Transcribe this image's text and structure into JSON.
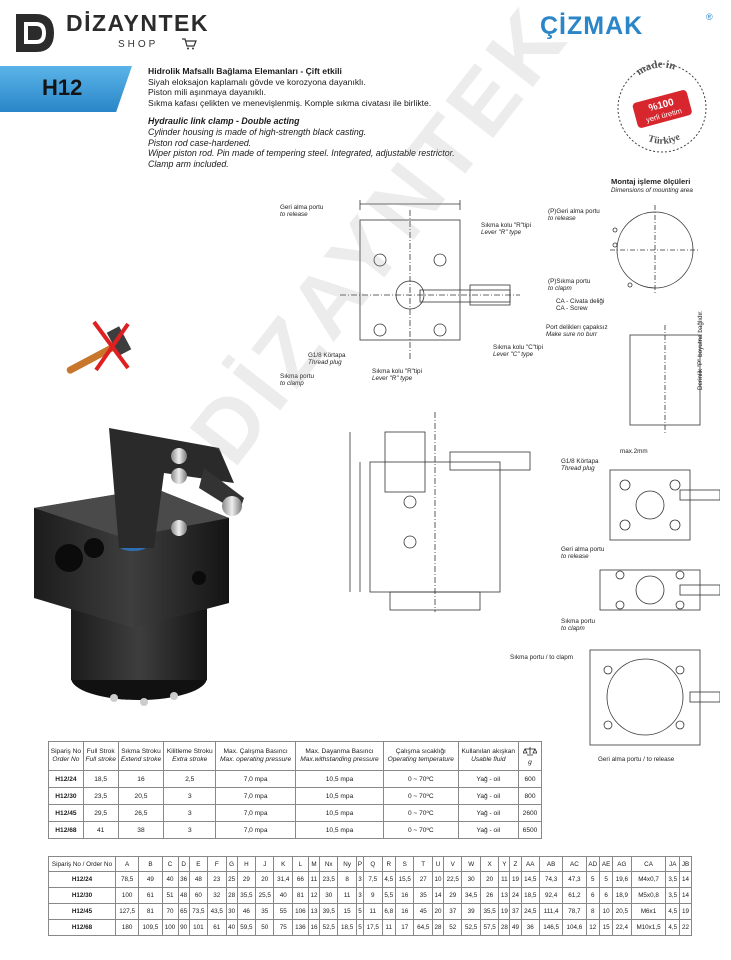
{
  "header": {
    "brand": "DİZAYNTEK",
    "shop": "SHOP",
    "partner": "ÇİZMAK",
    "partner_reg": "®"
  },
  "model": "H12",
  "desc_tr": {
    "title": "Hidrolik Mafsallı Bağlama Elemanları - Çift etkili",
    "lines": [
      "Siyah eloksajon kaplamalı gövde ve korozyona dayanıklı.",
      "Piston mili aşınmaya dayanıklı.",
      "Sıkma kafası çelikten ve menevişlenmiş. Komple sıkma civatası ile birlikte."
    ]
  },
  "desc_en": {
    "title": "Hydraulic link clamp - Double acting",
    "lines": [
      "Cylinder housing is made of high-strength black casting.",
      "Piston rod case-hardened.",
      "Wiper piston rod. Pin made of tempering steel. Integrated, adjustable restrictor.",
      "Clamp arm included."
    ]
  },
  "seal": {
    "top": "made in",
    "mid1": "%100",
    "mid2": "yerli üretim",
    "bottom": "Türkiye"
  },
  "drawing_labels": {
    "montaj_tr": "Montaj işleme ölçüleri",
    "montaj_en": "Dimensions of mounting area",
    "geri_alma_tr": "Geri alma portu",
    "geri_alma_en": "to release",
    "p_geri_tr": "(P)Geri alma portu",
    "p_geri_en": "to release",
    "p_sikma_tr": "(P)Sıkma portu",
    "p_sikma_en": "to clapm",
    "ca_civata": "CA - Civata deliği",
    "ca_screw": "CA - Screw",
    "sikma_kolu_r_tr": "Sıkma kolu \"R\"tipi",
    "sikma_kolu_r_en": "Lever \"R\" type",
    "sikma_kolu_c_tr": "Sıkma kolu \"C\"tipi",
    "sikma_kolu_c_en": "Lever \"C\" type",
    "g18_tr": "G1/8 Körtapa",
    "g18_en": "Thread plug",
    "sikma_portu_tr": "Sıkma portu",
    "sikma_portu_en": "to clamp",
    "port_tr": "Port deliklerı çapaksız",
    "port_en": "Make sure no burr",
    "derinlik": "Derinlik \"P\" boyutna bağlıdır.",
    "max2mm": "max.2mm",
    "g18b_tr": "G1/8 Körtapa",
    "g18b_en": "Thread plug",
    "geri2_tr": "Geri alma portu",
    "geri2_en": "to release",
    "sikma2_tr": "Sıkma portu",
    "sikma2_en": "to clapm",
    "sikma_clamp": "Sıkma portu / to clapm",
    "geri_release": "Geri alma portu / to release"
  },
  "table1": {
    "headers": [
      {
        "tr": "Sipariş No",
        "en": "Order No"
      },
      {
        "tr": "Full Strok",
        "en": "Full stroke"
      },
      {
        "tr": "Sıkma Stroku",
        "en": "Extend stroke"
      },
      {
        "tr": "Kilitleme Stroku",
        "en": "Extra stroke"
      },
      {
        "tr": "Max. Çalışma Basıncı",
        "en": "Max. operating pressure"
      },
      {
        "tr": "Max. Dayanma Basıncı",
        "en": "Max.withstanding pressure"
      },
      {
        "tr": "Çalışma sıcaklığı",
        "en": "Operating temperature"
      },
      {
        "tr": "Kullanılan akışkan",
        "en": "Usable fluid"
      },
      {
        "tr": "",
        "en": "g"
      }
    ],
    "rows": [
      [
        "H12/24",
        "18,5",
        "16",
        "2,5",
        "7,0 mpa",
        "10,5 mpa",
        "0 ~ 70ºC",
        "Yağ - oil",
        "600"
      ],
      [
        "H12/30",
        "23,5",
        "20,5",
        "3",
        "7,0 mpa",
        "10,5 mpa",
        "0 ~ 70ºC",
        "Yağ - oil",
        "800"
      ],
      [
        "H12/45",
        "29,5",
        "26,5",
        "3",
        "7,0 mpa",
        "10,5 mpa",
        "0 ~ 70ºC",
        "Yağ - oil",
        "2600"
      ],
      [
        "H12/68",
        "41",
        "38",
        "3",
        "7,0 mpa",
        "10,5 mpa",
        "0 ~ 70ºC",
        "Yağ - oil",
        "6500"
      ]
    ]
  },
  "table2": {
    "headers": [
      "Sipariş No / Order No",
      "A",
      "B",
      "C",
      "D",
      "E",
      "F",
      "G",
      "H",
      "J",
      "K",
      "L",
      "M",
      "Nx",
      "Ny",
      "P",
      "Q",
      "R",
      "S",
      "T",
      "U",
      "V",
      "W",
      "X",
      "Y",
      "Z",
      "AA",
      "AB",
      "AC",
      "AD",
      "AE",
      "AG",
      "CA",
      "JA",
      "JB"
    ],
    "rows": [
      [
        "H12/24",
        "78,5",
        "49",
        "40",
        "36",
        "48",
        "23",
        "25",
        "29",
        "20",
        "31,4",
        "66",
        "11",
        "23,5",
        "8",
        "3",
        "7,5",
        "4,5",
        "15,5",
        "27",
        "10",
        "22,5",
        "30",
        "20",
        "11",
        "19",
        "14,5",
        "74,3",
        "47,3",
        "5",
        "5",
        "19,6",
        "M4x0,7",
        "3,5",
        "14"
      ],
      [
        "H12/30",
        "100",
        "61",
        "51",
        "48",
        "60",
        "32",
        "28",
        "35,5",
        "25,5",
        "40",
        "81",
        "12",
        "30",
        "11",
        "3",
        "9",
        "5,5",
        "16",
        "35",
        "14",
        "29",
        "34,5",
        "26",
        "13",
        "24",
        "18,5",
        "92,4",
        "61,2",
        "6",
        "6",
        "18,9",
        "M5x0,8",
        "3,5",
        "14"
      ],
      [
        "H12/45",
        "127,5",
        "81",
        "70",
        "65",
        "73,5",
        "43,5",
        "30",
        "46",
        "35",
        "55",
        "106",
        "13",
        "39,5",
        "15",
        "5",
        "11",
        "6,8",
        "16",
        "45",
        "20",
        "37",
        "39",
        "35,5",
        "19",
        "37",
        "24,5",
        "111,4",
        "78,7",
        "8",
        "10",
        "20,5",
        "M6x1",
        "4,5",
        "19"
      ],
      [
        "H12/68",
        "180",
        "109,5",
        "100",
        "90",
        "101",
        "61",
        "40",
        "59,5",
        "50",
        "75",
        "136",
        "16",
        "52,5",
        "18,5",
        "5",
        "17,5",
        "11",
        "17",
        "64,5",
        "28",
        "52",
        "52,5",
        "57,5",
        "28",
        "49",
        "36",
        "146,5",
        "104,6",
        "12",
        "15",
        "22,4",
        "M10x1,5",
        "4,5",
        "22"
      ]
    ]
  }
}
